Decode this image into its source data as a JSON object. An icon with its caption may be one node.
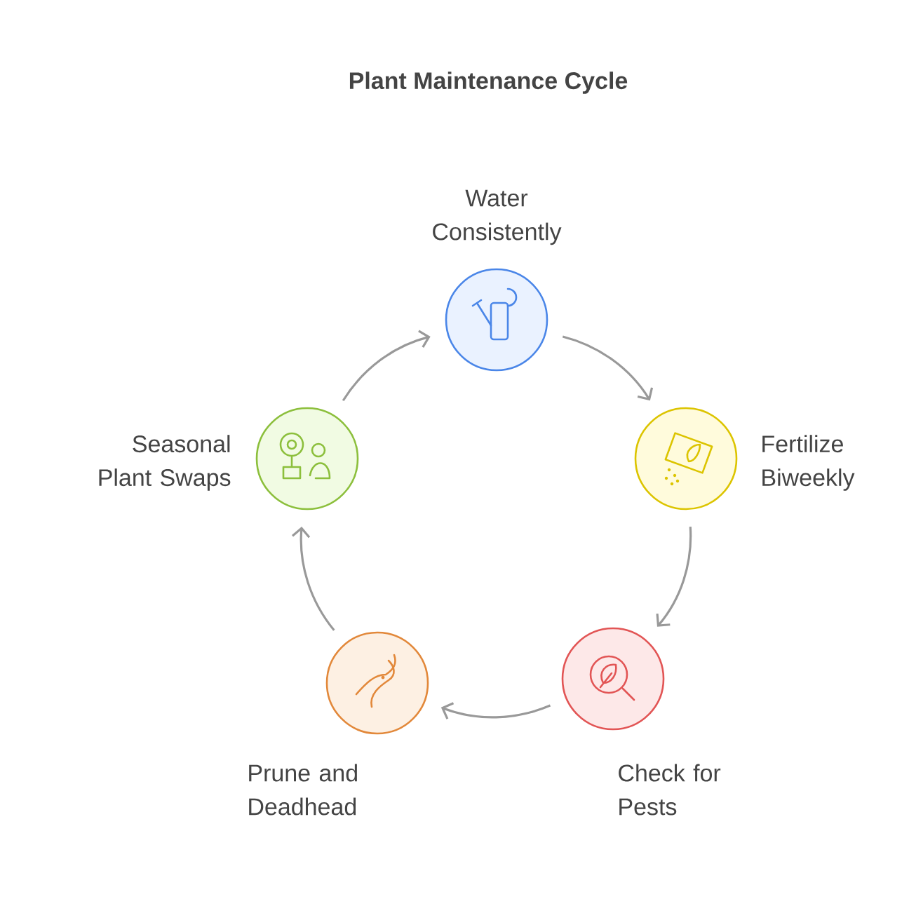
{
  "diagram": {
    "title": "Plant Maintenance Cycle",
    "nodes": [
      {
        "text": [
          "Water Consistently"
        ]
      },
      {
        "text": [
          "Fertilize Biweekly"
        ]
      },
      {
        "text": [
          "Check for Pests"
        ]
      },
      {
        "text": [
          "Prune and Deadhead"
        ]
      },
      {
        "text": [
          "Seasonal Plant Swaps"
        ]
      }
    ],
    "edges": [
      {
        "from": 0,
        "to": 1,
        "arrow": "to"
      },
      {
        "from": 1,
        "to": 2,
        "arrow": "to"
      },
      {
        "from": 2,
        "to": 3,
        "arrow": "to"
      },
      {
        "from": 3,
        "to": 4,
        "arrow": "to"
      },
      {
        "from": 4,
        "to": 0,
        "arrow": "to"
      }
    ]
  }
}
